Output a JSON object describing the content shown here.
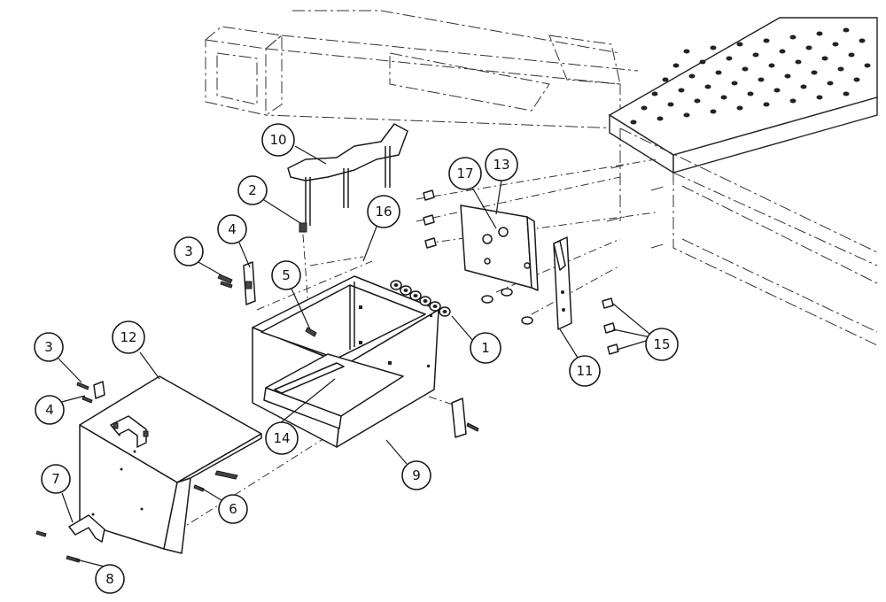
{
  "diagram": {
    "type": "exploded-assembly-drawing",
    "callouts": [
      {
        "id": "c1",
        "label": "1"
      },
      {
        "id": "c2",
        "label": "2"
      },
      {
        "id": "c3a",
        "label": "3"
      },
      {
        "id": "c3b",
        "label": "3"
      },
      {
        "id": "c4a",
        "label": "4"
      },
      {
        "id": "c4b",
        "label": "4"
      },
      {
        "id": "c5",
        "label": "5"
      },
      {
        "id": "c6",
        "label": "6"
      },
      {
        "id": "c7",
        "label": "7"
      },
      {
        "id": "c8",
        "label": "8"
      },
      {
        "id": "c9",
        "label": "9"
      },
      {
        "id": "c10",
        "label": "10"
      },
      {
        "id": "c11",
        "label": "11"
      },
      {
        "id": "c12",
        "label": "12"
      },
      {
        "id": "c13",
        "label": "13"
      },
      {
        "id": "c14",
        "label": "14"
      },
      {
        "id": "c15",
        "label": "15"
      },
      {
        "id": "c16",
        "label": "16"
      },
      {
        "id": "c17",
        "label": "17"
      }
    ]
  }
}
